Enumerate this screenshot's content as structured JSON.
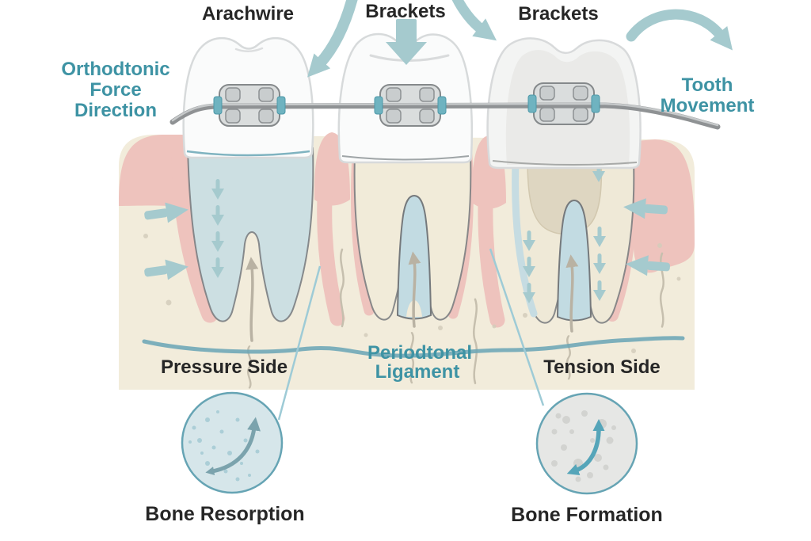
{
  "diagram": {
    "top_labels": {
      "archwire": "Arachwire",
      "brackets_middle": "Brackets",
      "brackets_right": "Brackets"
    },
    "force_direction": {
      "lines": [
        "Orthodtonic",
        "Force",
        "Direction"
      ]
    },
    "tooth_movement": {
      "lines": [
        "Tooth",
        "Movement"
      ]
    },
    "section_labels": {
      "pressure_side": "Pressure Side",
      "tension_side": "Tension Side"
    },
    "ligament_label": {
      "lines": [
        "Periodtonal",
        "Ligament"
      ]
    },
    "callouts": {
      "bone_resorption": "Bone Resorption",
      "bone_formation": "Bone Formation"
    }
  },
  "colors": {
    "dark_text": "#262626",
    "teal_text": "#3e93a4",
    "arrow_teal": "#a5cace",
    "gum_pink": "#eec3bd",
    "bone_cream": "#f2ecdb",
    "root_blue": "#ccdfe2",
    "pdl_blue": "#c2dbe2",
    "tooth3_tan": "#ddd4bf",
    "wire_grey": "#8f9294",
    "outline_grey": "#75797c",
    "circle_blue_fill": "#d6e6ea",
    "circle_grey_fill": "#e6e7e5",
    "circle_border": "#66a4b4"
  }
}
